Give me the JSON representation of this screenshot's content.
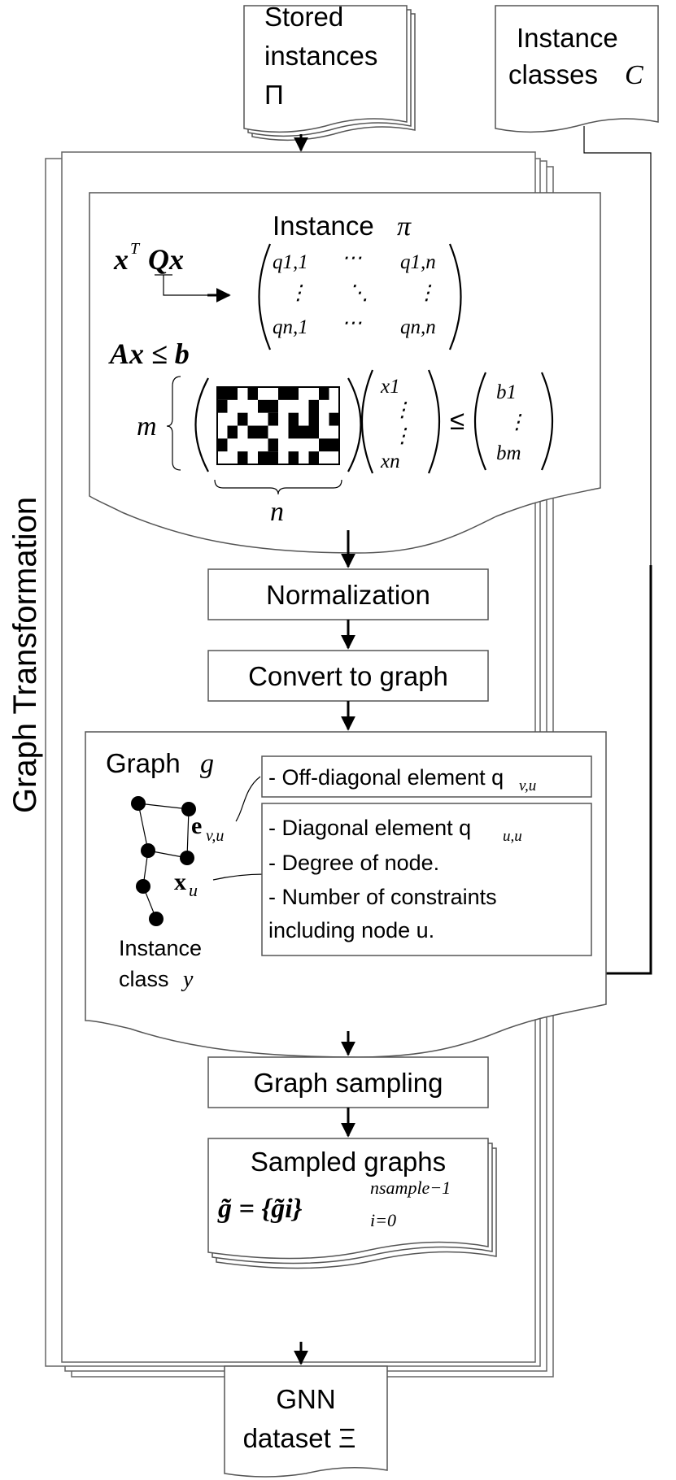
{
  "side_label": "Graph Transformation",
  "stored_instances": {
    "line1": "Stored",
    "line2": "instances",
    "symbol": "Π"
  },
  "instance_classes": {
    "line1": "Instance",
    "line2": "classes",
    "symbol": "C"
  },
  "instance_block": {
    "title": "Instance",
    "title_symbol": "π",
    "quadratic": "x",
    "quadratic_sup": "T",
    "quadratic_rest": "Qx",
    "matrix_q": [
      [
        "q1,1",
        "⋯",
        "q1,n"
      ],
      [
        "⋮",
        "⋱",
        "⋮"
      ],
      [
        "qn,1",
        "⋯",
        "qn,n"
      ]
    ],
    "constraint": "Ax ≤ b",
    "m_label": "m",
    "n_label": "n",
    "x_vector": [
      "x1",
      "⋮",
      "⋮",
      "xn"
    ],
    "leq": "≤",
    "b_vector": [
      "b1",
      "⋮",
      "bm"
    ]
  },
  "steps": {
    "normalization": "Normalization",
    "convert": "Convert to graph",
    "sampling": "Graph sampling"
  },
  "graph_block": {
    "title": "Graph",
    "title_symbol": "g",
    "edge_label": "e",
    "edge_sub": "v,u",
    "node_label": "x",
    "node_sub": "u",
    "class_line1": "Instance",
    "class_line2": "class",
    "class_symbol": "y",
    "edge_feature": "- Off-diagonal element q",
    "edge_feature_sub": "v,u",
    "node_features": [
      "- Diagonal element q",
      "- Degree of node.",
      "- Number of constraints",
      "including node u."
    ],
    "node_feature_sub": "u,u"
  },
  "sampled": {
    "title": "Sampled graphs",
    "formula": "g̃ = {g̃i}",
    "sup": "nsample−1",
    "sub": "i=0"
  },
  "output": {
    "line1": "GNN",
    "line2": "dataset",
    "symbol": "Ξ"
  }
}
